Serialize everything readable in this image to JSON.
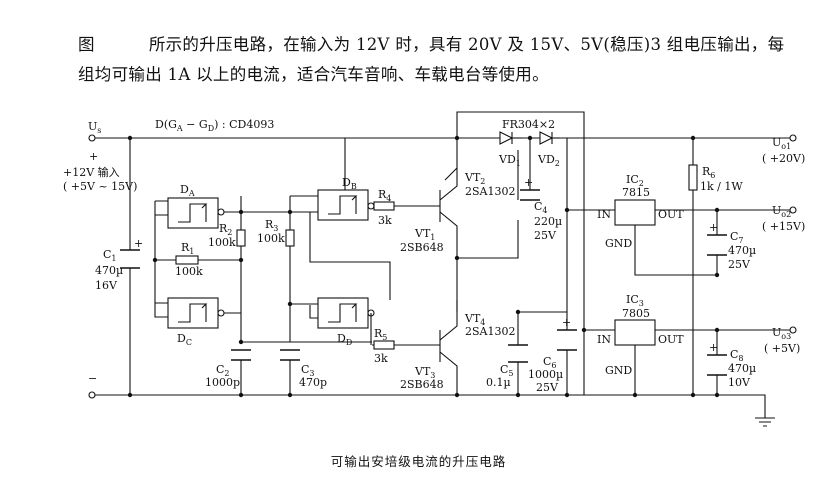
{
  "description": {
    "fig_label": "图",
    "line1": "所示的升压电路，在输入为 12V 时，具有 20V 及 15V、5V(稳压)3 组电压输出，每",
    "line2": "组均可输出 1A 以上的电流，适合汽车音响、车载电台等使用。"
  },
  "caption": "可输出安培级电流的升压电路",
  "labels": {
    "us": "U",
    "us_sub": "s",
    "plus": "+",
    "minus": "−",
    "input1": "+12V 输入",
    "input2": "( +5V ~ 15V)",
    "ic_title": "D(G",
    "ic_title_rest": "A",
    "ic_title_2": " − G",
    "ic_title_3": "D",
    "ic_title_4": ") : CD4093",
    "da": "D",
    "da_sub": "A",
    "db": "D",
    "db_sub": "B",
    "dc": "D",
    "dc_sub": "C",
    "dd": "D",
    "dd_sub": "D",
    "r1": "R",
    "r1_sub": "1",
    "r1_val": "100k",
    "r2": "R",
    "r2_sub": "2",
    "r2_val": "100k",
    "r3": "R",
    "r3_sub": "3",
    "r3_val": "100k",
    "r4": "R",
    "r4_sub": "4",
    "r4_val": "3k",
    "r5": "R",
    "r5_sub": "5",
    "r5_val": "3k",
    "r6": "R",
    "r6_sub": "6",
    "r6_val": "1k / 1W",
    "c1": "C",
    "c1_sub": "1",
    "c1_v1": "470µ",
    "c1_v2": "16V",
    "c2": "C",
    "c2_sub": "2",
    "c2_val": "1000p",
    "c3": "C",
    "c3_sub": "3",
    "c3_val": "470p",
    "c4": "C",
    "c4_sub": "4",
    "c4_v1": "220µ",
    "c4_v2": "25V",
    "c5": "C",
    "c5_sub": "5",
    "c5_val": "0.1µ",
    "c6": "C",
    "c6_sub": "6",
    "c6_v1": "1000µ",
    "c6_v2": "25V",
    "c7": "C",
    "c7_sub": "7",
    "c7_v1": "470µ",
    "c7_v2": "25V",
    "c8": "C",
    "c8_sub": "8",
    "c8_v1": "470µ",
    "c8_v2": "10V",
    "vt1": "VT",
    "vt1_sub": "1",
    "vt1_part": "2SB648",
    "vt2": "VT",
    "vt2_sub": "2",
    "vt2_part": "2SA1302",
    "vt3": "VT",
    "vt3_sub": "3",
    "vt3_part": "2SB648",
    "vt4": "VT",
    "vt4_sub": "4",
    "vt4_part": "2SA1302",
    "diodes": "FR304×2",
    "vd1": "VD",
    "vd1_sub": "1",
    "vd2": "VD",
    "vd2_sub": "2",
    "ic2": "IC",
    "ic2_sub": "2",
    "ic2_part": "7815",
    "ic3": "IC",
    "ic3_sub": "3",
    "ic3_part": "7805",
    "pin_in": "IN",
    "pin_out": "OUT",
    "pin_gnd": "GND",
    "uo1": "U",
    "uo1_sub": "o1",
    "uo1_val": "( +20V)",
    "uo2": "U",
    "uo2_sub": "o2",
    "uo2_val": "( +15V)",
    "uo3": "U",
    "uo3_sub": "o3",
    "uo3_val": "( +5V)"
  }
}
